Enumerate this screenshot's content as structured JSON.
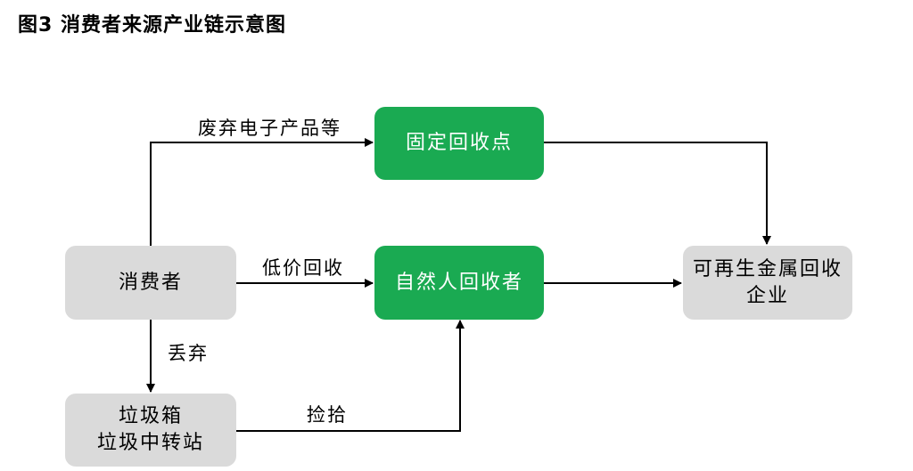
{
  "title": "图3 消费者来源产业链示意图",
  "nodes": {
    "consumer": "消费者",
    "fixed_point": "固定回收点",
    "individual": "自然人回收者",
    "enterprise_line1": "可再生金属回收",
    "enterprise_line2": "企业",
    "bin_line1": "垃圾箱",
    "bin_line2": "垃圾中转站"
  },
  "edges": {
    "consumer_to_fixed": "废弃电子产品等",
    "consumer_to_individual": "低价回收",
    "consumer_to_bin": "丢弃",
    "bin_to_individual": "捡拾"
  },
  "colors": {
    "green": "#1aaa52",
    "gray": "#dadada"
  }
}
